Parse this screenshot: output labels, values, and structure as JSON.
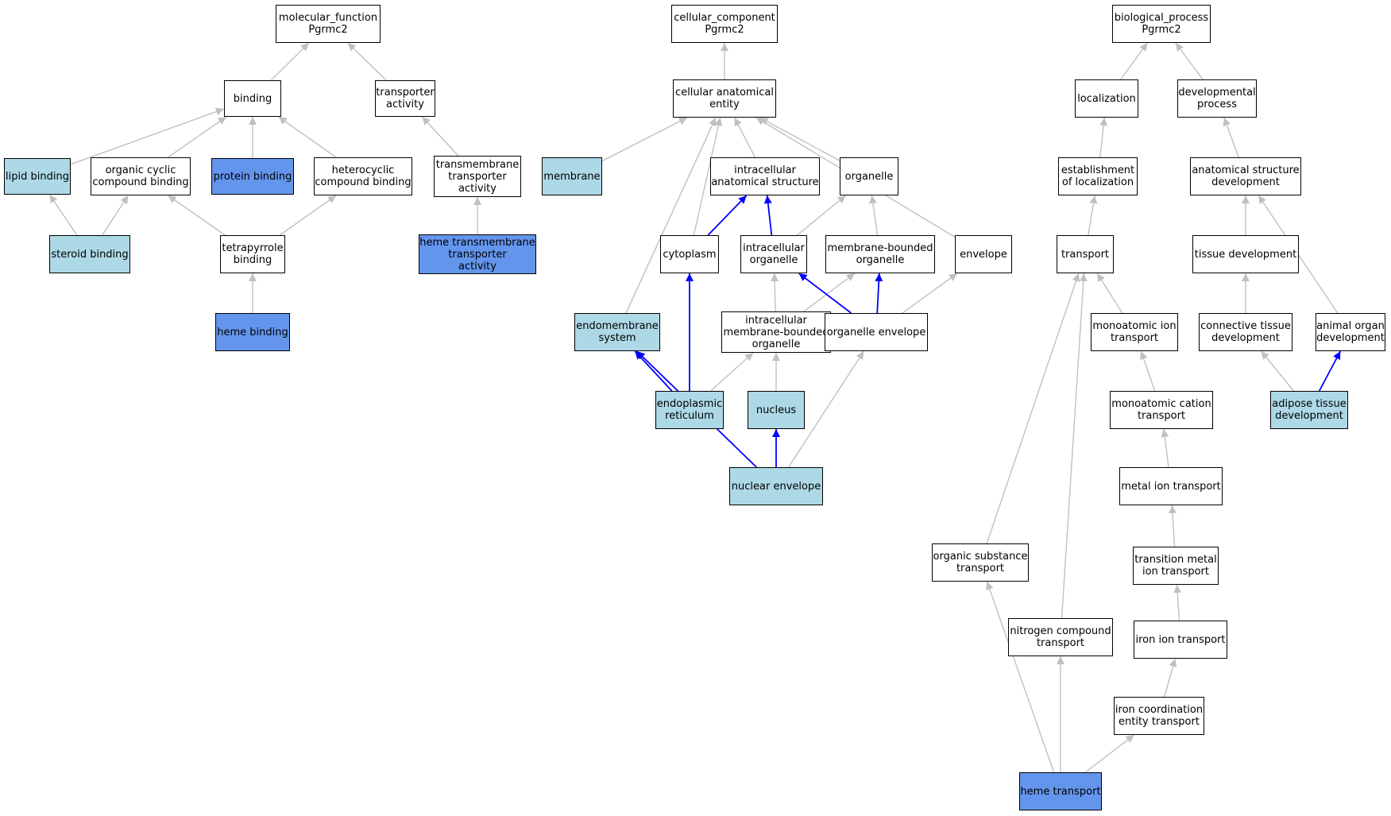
{
  "colors": {
    "plain": "#ffffff",
    "light": "#add8e6",
    "dark": "#6495ed",
    "edge_gray": "#c0c0c0",
    "edge_blue": "#0000ff"
  },
  "nodes": {
    "mf_root": {
      "label": "molecular_function\nPgrmc2",
      "style": "plain"
    },
    "cc_root": {
      "label": "cellular_component\nPgrmc2",
      "style": "plain"
    },
    "bp_root": {
      "label": "biological_process\nPgrmc2",
      "style": "plain"
    },
    "binding": {
      "label": "binding",
      "style": "plain"
    },
    "transporter_activity": {
      "label": "transporter\nactivity",
      "style": "plain"
    },
    "cellular_anatomical_entity": {
      "label": "cellular anatomical\nentity",
      "style": "plain"
    },
    "localization": {
      "label": "localization",
      "style": "plain"
    },
    "developmental_process": {
      "label": "developmental\nprocess",
      "style": "plain"
    },
    "lipid_binding": {
      "label": "lipid binding",
      "style": "light"
    },
    "organic_cyclic_compound_binding": {
      "label": "organic cyclic\ncompound binding",
      "style": "plain"
    },
    "protein_binding": {
      "label": "protein binding",
      "style": "dark"
    },
    "heterocyclic_compound_binding": {
      "label": "heterocyclic\ncompound binding",
      "style": "plain"
    },
    "transmembrane_transporter_activity": {
      "label": "transmembrane\ntransporter\nactivity",
      "style": "plain"
    },
    "membrane": {
      "label": "membrane",
      "style": "light"
    },
    "intracellular_anatomical_structure": {
      "label": "intracellular\nanatomical structure",
      "style": "plain"
    },
    "organelle": {
      "label": "organelle",
      "style": "plain"
    },
    "establishment_of_localization": {
      "label": "establishment\nof localization",
      "style": "plain"
    },
    "anatomical_structure_development": {
      "label": "anatomical structure\ndevelopment",
      "style": "plain"
    },
    "steroid_binding": {
      "label": "steroid binding",
      "style": "light"
    },
    "tetrapyrrole_binding": {
      "label": "tetrapyrrole\nbinding",
      "style": "plain"
    },
    "heme_transmembrane_transporter_activity": {
      "label": "heme transmembrane\ntransporter\nactivity",
      "style": "dark"
    },
    "cytoplasm": {
      "label": "cytoplasm",
      "style": "plain"
    },
    "intracellular_organelle": {
      "label": "intracellular\norganelle",
      "style": "plain"
    },
    "membrane_bounded_organelle": {
      "label": "membrane-bounded\norganelle",
      "style": "plain"
    },
    "envelope": {
      "label": "envelope",
      "style": "plain"
    },
    "transport": {
      "label": "transport",
      "style": "plain"
    },
    "tissue_development": {
      "label": "tissue development",
      "style": "plain"
    },
    "heme_binding": {
      "label": "heme binding",
      "style": "dark"
    },
    "endomembrane_system": {
      "label": "endomembrane\nsystem",
      "style": "light"
    },
    "intracellular_membrane_bounded_organelle": {
      "label": "intracellular\nmembrane-bounded\norganelle",
      "style": "plain"
    },
    "organelle_envelope": {
      "label": "organelle envelope",
      "style": "plain"
    },
    "monoatomic_ion_transport": {
      "label": "monoatomic ion\ntransport",
      "style": "plain"
    },
    "connective_tissue_development": {
      "label": "connective tissue\ndevelopment",
      "style": "plain"
    },
    "animal_organ_development": {
      "label": "animal organ\ndevelopment",
      "style": "plain"
    },
    "endoplasmic_reticulum": {
      "label": "endoplasmic\nreticulum",
      "style": "light"
    },
    "nucleus": {
      "label": "nucleus",
      "style": "light"
    },
    "monoatomic_cation_transport": {
      "label": "monoatomic cation\ntransport",
      "style": "plain"
    },
    "adipose_tissue_development": {
      "label": "adipose tissue\ndevelopment",
      "style": "light"
    },
    "nuclear_envelope": {
      "label": "nuclear envelope",
      "style": "light"
    },
    "metal_ion_transport": {
      "label": "metal ion transport",
      "style": "plain"
    },
    "organic_substance_transport": {
      "label": "organic substance\ntransport",
      "style": "plain"
    },
    "transition_metal_ion_transport": {
      "label": "transition metal\nion transport",
      "style": "plain"
    },
    "nitrogen_compound_transport": {
      "label": "nitrogen compound\ntransport",
      "style": "plain"
    },
    "iron_ion_transport": {
      "label": "iron ion transport",
      "style": "plain"
    },
    "iron_coordination_entity_transport": {
      "label": "iron coordination\nentity transport",
      "style": "plain"
    },
    "heme_transport": {
      "label": "heme transport",
      "style": "dark"
    }
  },
  "edges": [
    {
      "from": "binding",
      "to": "mf_root",
      "color": "gray"
    },
    {
      "from": "transporter_activity",
      "to": "mf_root",
      "color": "gray"
    },
    {
      "from": "lipid_binding",
      "to": "binding",
      "color": "gray"
    },
    {
      "from": "organic_cyclic_compound_binding",
      "to": "binding",
      "color": "gray"
    },
    {
      "from": "protein_binding",
      "to": "binding",
      "color": "gray"
    },
    {
      "from": "heterocyclic_compound_binding",
      "to": "binding",
      "color": "gray"
    },
    {
      "from": "transmembrane_transporter_activity",
      "to": "transporter_activity",
      "color": "gray"
    },
    {
      "from": "steroid_binding",
      "to": "lipid_binding",
      "color": "gray"
    },
    {
      "from": "steroid_binding",
      "to": "organic_cyclic_compound_binding",
      "color": "gray"
    },
    {
      "from": "tetrapyrrole_binding",
      "to": "organic_cyclic_compound_binding",
      "color": "gray"
    },
    {
      "from": "tetrapyrrole_binding",
      "to": "heterocyclic_compound_binding",
      "color": "gray"
    },
    {
      "from": "heme_binding",
      "to": "tetrapyrrole_binding",
      "color": "gray"
    },
    {
      "from": "heme_transmembrane_transporter_activity",
      "to": "transmembrane_transporter_activity",
      "color": "gray"
    },
    {
      "from": "cellular_anatomical_entity",
      "to": "cc_root",
      "color": "gray"
    },
    {
      "from": "membrane",
      "to": "cellular_anatomical_entity",
      "color": "gray"
    },
    {
      "from": "intracellular_anatomical_structure",
      "to": "cellular_anatomical_entity",
      "color": "gray"
    },
    {
      "from": "organelle",
      "to": "cellular_anatomical_entity",
      "color": "gray"
    },
    {
      "from": "cytoplasm",
      "to": "cellular_anatomical_entity",
      "color": "gray"
    },
    {
      "from": "envelope",
      "to": "cellular_anatomical_entity",
      "color": "gray"
    },
    {
      "from": "endomembrane_system",
      "to": "cellular_anatomical_entity",
      "color": "gray"
    },
    {
      "from": "cytoplasm",
      "to": "intracellular_anatomical_structure",
      "color": "blue"
    },
    {
      "from": "intracellular_organelle",
      "to": "intracellular_anatomical_structure",
      "color": "blue"
    },
    {
      "from": "intracellular_organelle",
      "to": "organelle",
      "color": "gray"
    },
    {
      "from": "membrane_bounded_organelle",
      "to": "organelle",
      "color": "gray"
    },
    {
      "from": "intracellular_membrane_bounded_organelle",
      "to": "intracellular_organelle",
      "color": "gray"
    },
    {
      "from": "intracellular_membrane_bounded_organelle",
      "to": "membrane_bounded_organelle",
      "color": "gray"
    },
    {
      "from": "organelle_envelope",
      "to": "intracellular_organelle",
      "color": "blue"
    },
    {
      "from": "organelle_envelope",
      "to": "membrane_bounded_organelle",
      "color": "blue"
    },
    {
      "from": "organelle_envelope",
      "to": "envelope",
      "color": "gray"
    },
    {
      "from": "endoplasmic_reticulum",
      "to": "cytoplasm",
      "color": "blue"
    },
    {
      "from": "endoplasmic_reticulum",
      "to": "endomembrane_system",
      "color": "blue"
    },
    {
      "from": "endoplasmic_reticulum",
      "to": "intracellular_membrane_bounded_organelle",
      "color": "gray"
    },
    {
      "from": "nucleus",
      "to": "intracellular_membrane_bounded_organelle",
      "color": "gray"
    },
    {
      "from": "nuclear_envelope",
      "to": "nucleus",
      "color": "blue"
    },
    {
      "from": "nuclear_envelope",
      "to": "endomembrane_system",
      "color": "blue"
    },
    {
      "from": "nuclear_envelope",
      "to": "organelle_envelope",
      "color": "gray"
    },
    {
      "from": "localization",
      "to": "bp_root",
      "color": "gray"
    },
    {
      "from": "developmental_process",
      "to": "bp_root",
      "color": "gray"
    },
    {
      "from": "establishment_of_localization",
      "to": "localization",
      "color": "gray"
    },
    {
      "from": "anatomical_structure_development",
      "to": "developmental_process",
      "color": "gray"
    },
    {
      "from": "transport",
      "to": "establishment_of_localization",
      "color": "gray"
    },
    {
      "from": "tissue_development",
      "to": "anatomical_structure_development",
      "color": "gray"
    },
    {
      "from": "animal_organ_development",
      "to": "anatomical_structure_development",
      "color": "gray"
    },
    {
      "from": "connective_tissue_development",
      "to": "tissue_development",
      "color": "gray"
    },
    {
      "from": "adipose_tissue_development",
      "to": "connective_tissue_development",
      "color": "gray"
    },
    {
      "from": "adipose_tissue_development",
      "to": "animal_organ_development",
      "color": "blue"
    },
    {
      "from": "monoatomic_ion_transport",
      "to": "transport",
      "color": "gray"
    },
    {
      "from": "organic_substance_transport",
      "to": "transport",
      "color": "gray"
    },
    {
      "from": "nitrogen_compound_transport",
      "to": "transport",
      "color": "gray"
    },
    {
      "from": "monoatomic_cation_transport",
      "to": "monoatomic_ion_transport",
      "color": "gray"
    },
    {
      "from": "metal_ion_transport",
      "to": "monoatomic_cation_transport",
      "color": "gray"
    },
    {
      "from": "transition_metal_ion_transport",
      "to": "metal_ion_transport",
      "color": "gray"
    },
    {
      "from": "iron_ion_transport",
      "to": "transition_metal_ion_transport",
      "color": "gray"
    },
    {
      "from": "iron_coordination_entity_transport",
      "to": "iron_ion_transport",
      "color": "gray"
    },
    {
      "from": "heme_transport",
      "to": "iron_coordination_entity_transport",
      "color": "gray"
    },
    {
      "from": "heme_transport",
      "to": "organic_substance_transport",
      "color": "gray"
    },
    {
      "from": "heme_transport",
      "to": "nitrogen_compound_transport",
      "color": "gray"
    }
  ]
}
